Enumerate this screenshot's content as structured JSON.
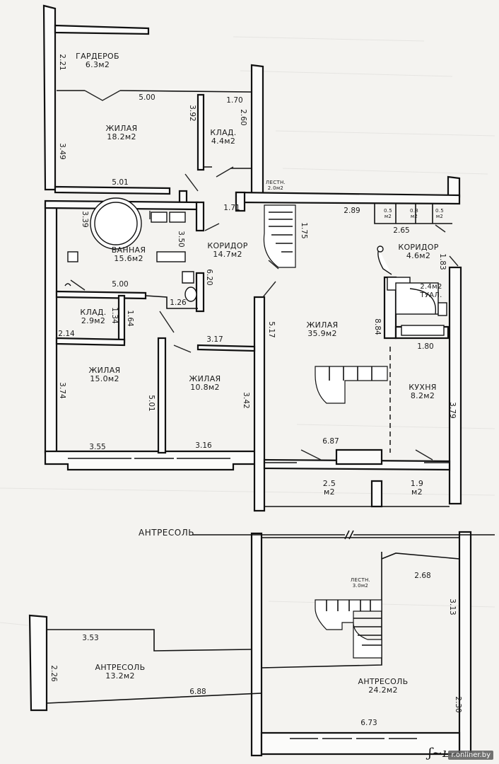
{
  "rooms": {
    "garderob": {
      "name": "ГАРДЕРОБ",
      "area": "6.3м2"
    },
    "living_top": {
      "name": "ЖИЛАЯ",
      "area": "18.2м2"
    },
    "klad_top": {
      "name": "КЛАД.",
      "area": "4.4м2"
    },
    "bath": {
      "name": "ВАННАЯ",
      "area": "15.6м2"
    },
    "corridor_left": {
      "name": "КОРИДОР",
      "area": "14.7м2"
    },
    "lestn_top": {
      "name": "ЛЕСТН.",
      "area": "2.0м2"
    },
    "small_1": {
      "name": "0.5",
      "area": "м2"
    },
    "small_2": {
      "name": "0.8",
      "area": "м2"
    },
    "small_3": {
      "name": "0.5",
      "area": "м2"
    },
    "corridor_right": {
      "name": "КОРИДОР",
      "area": "4.6м2"
    },
    "tual": {
      "name": "ТУАЛ.",
      "area": "2.4м2"
    },
    "klad_mid": {
      "name": "КЛАД.",
      "area": "2.9м2"
    },
    "living_big": {
      "name": "ЖИЛАЯ",
      "area": "35.9м2"
    },
    "kitchen": {
      "name": "КУХНЯ",
      "area": "8.2м2"
    },
    "living_left": {
      "name": "ЖИЛАЯ",
      "area": "15.0м2"
    },
    "living_mid": {
      "name": "ЖИЛАЯ",
      "area": "10.8м2"
    },
    "balcony_1": {
      "name": "2.5",
      "area": "м2"
    },
    "balcony_2": {
      "name": "1.9",
      "area": "м2"
    },
    "mezz_left": {
      "name": "АНТРЕСОЛЬ",
      "area": "13.2м2"
    },
    "mezz_right": {
      "name": "АНТРЕСОЛЬ",
      "area": "24.2м2"
    },
    "lestn_bottom": {
      "name": "ЛЕСТН.",
      "area": "3.0м2"
    }
  },
  "mezzanine_title": "АНТРЕСОЛЬ",
  "dimensions": {
    "d221": "2.21",
    "d500a": "5.00",
    "d392": "3.92",
    "d170": "1.70",
    "d260": "2.60",
    "d349": "3.49",
    "d501a": "5.01",
    "d171": "1.71",
    "d289": "2.89",
    "d265": "2.65",
    "d339": "3.39",
    "d350": "3.50",
    "d175": "1.75",
    "d183": "1.83",
    "d620": "6.20",
    "d500b": "5.00",
    "d126": "1.26",
    "d134": "1.34",
    "d164": "1.64",
    "d884": "8.84",
    "d214": "2.14",
    "d517": "5.17",
    "d180": "1.80",
    "d317": "3.17",
    "d374": "3.74",
    "d501b": "5.01",
    "d342": "3.42",
    "d379": "3.79",
    "d355": "3.55",
    "d316": "3.16",
    "d687": "6.87",
    "d268": "2.68",
    "d313": "3.13",
    "d353": "3.53",
    "d226": "2.26",
    "d688": "6.88",
    "d673": "6.73",
    "d230": "2.30"
  },
  "watermark": "r.onliner.by"
}
